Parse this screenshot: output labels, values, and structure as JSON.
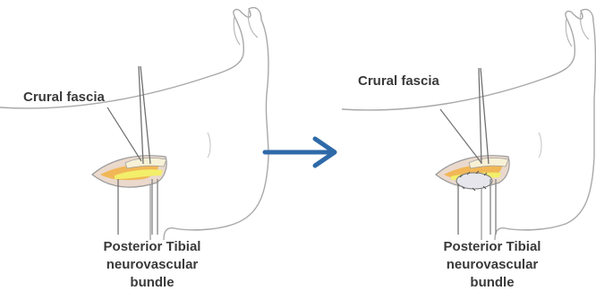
{
  "left_panel": {
    "top_label": "Crural fascia",
    "bottom_label_lines": [
      "Posterior Tibial",
      "neurovascular",
      "bundle"
    ]
  },
  "right_panel": {
    "top_label": "Crural fascia",
    "bottom_label_lines": [
      "Posterior Tibial",
      "neurovascular",
      "bundle"
    ]
  },
  "arrow": {
    "color": "#2e6aa8",
    "meaning": "transition-arrow"
  },
  "colors": {
    "outline": "#9a9a9a",
    "tissue_yellow": "#f3ef6a",
    "tissue_orange": "#f3b24a",
    "tissue_pink": "#e9c9b8",
    "label_text": "#3a3a3a"
  }
}
